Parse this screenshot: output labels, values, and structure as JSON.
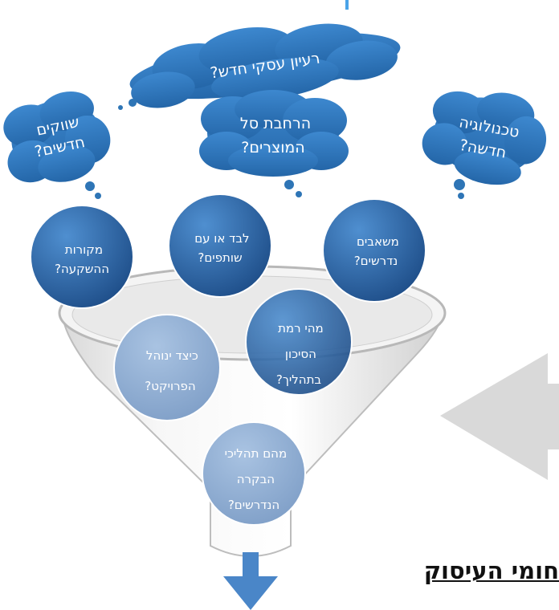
{
  "clouds": [
    {
      "lines": [
        "רעיון עסקי חדש?"
      ]
    },
    {
      "lines": [
        "שווקים",
        "חדשים?"
      ]
    },
    {
      "lines": [
        "הרחבת סל",
        "המוצרים?"
      ]
    },
    {
      "lines": [
        "טכנולוגיה",
        "חדשה?"
      ]
    }
  ],
  "bubbles": [
    {
      "lines": [
        "מקורות",
        "ההשקעה?"
      ]
    },
    {
      "lines": [
        "לבד או עם",
        "שותפים?"
      ]
    },
    {
      "lines": [
        "משאבים",
        "נדרשים?"
      ]
    },
    {
      "lines": [
        "כיצד ינוהל",
        "הפרויקט?"
      ]
    },
    {
      "lines": [
        "מהי רמת",
        "הסיכון",
        "בתהליך?"
      ]
    },
    {
      "lines": [
        "מהם תהליכי",
        "הבקרה",
        "הנדרשים?"
      ]
    }
  ],
  "caption": "חומי העיסוק",
  "colors": {
    "cloud": "#2e75b6",
    "bubble": "#2f67a8",
    "bubble_light": "#9bb5d6",
    "funnel_arrow": "#4a86c8",
    "gray_arrow": "#d9d9d9"
  }
}
